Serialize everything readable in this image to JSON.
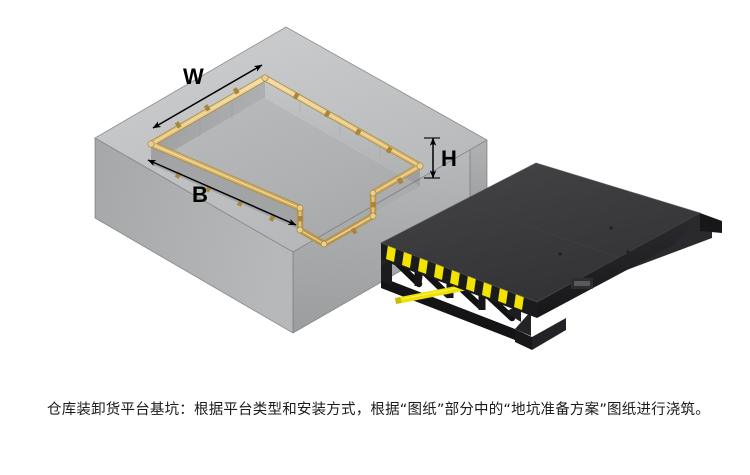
{
  "figure": {
    "title_alt": "仓库装卸货平台基坑示意图",
    "dimension_labels": {
      "width": "W",
      "length": "B",
      "height": "H"
    },
    "parts": {
      "pit_block": "concrete-pit-block",
      "embedded_angle_frame": "embedded-angle-iron-frame",
      "dock_leveler": "dock-leveler",
      "hazard_stripes": "yellow-black-hazard-stripes",
      "hydraulic_cylinder": "hydraulic-cylinder"
    },
    "colors": {
      "background": "#ffffff",
      "concrete_top": "#c3c5c6",
      "concrete_front": "#aaacad",
      "concrete_side": "#9b9d9e",
      "pit_floor": "#b2b4b5",
      "pit_wall_left": "#9ea0a1",
      "pit_wall_back": "#b9bbbc",
      "pit_wall_right": "#8d8f90",
      "angle_frame": "#d8b468",
      "angle_frame_light": "#efd79a",
      "leveler_deck": "#3a3a3c",
      "leveler_frame": "#1d1d1f",
      "hazard_yellow": "#f2e400",
      "dimension_line": "#000000",
      "label_text": "#000000"
    }
  },
  "caption": {
    "line1": "仓库装卸货平台基坑：根据平台类型和安装方式，根据“图纸”部分中的“地坑准备方案”图纸进行浇筑。"
  }
}
